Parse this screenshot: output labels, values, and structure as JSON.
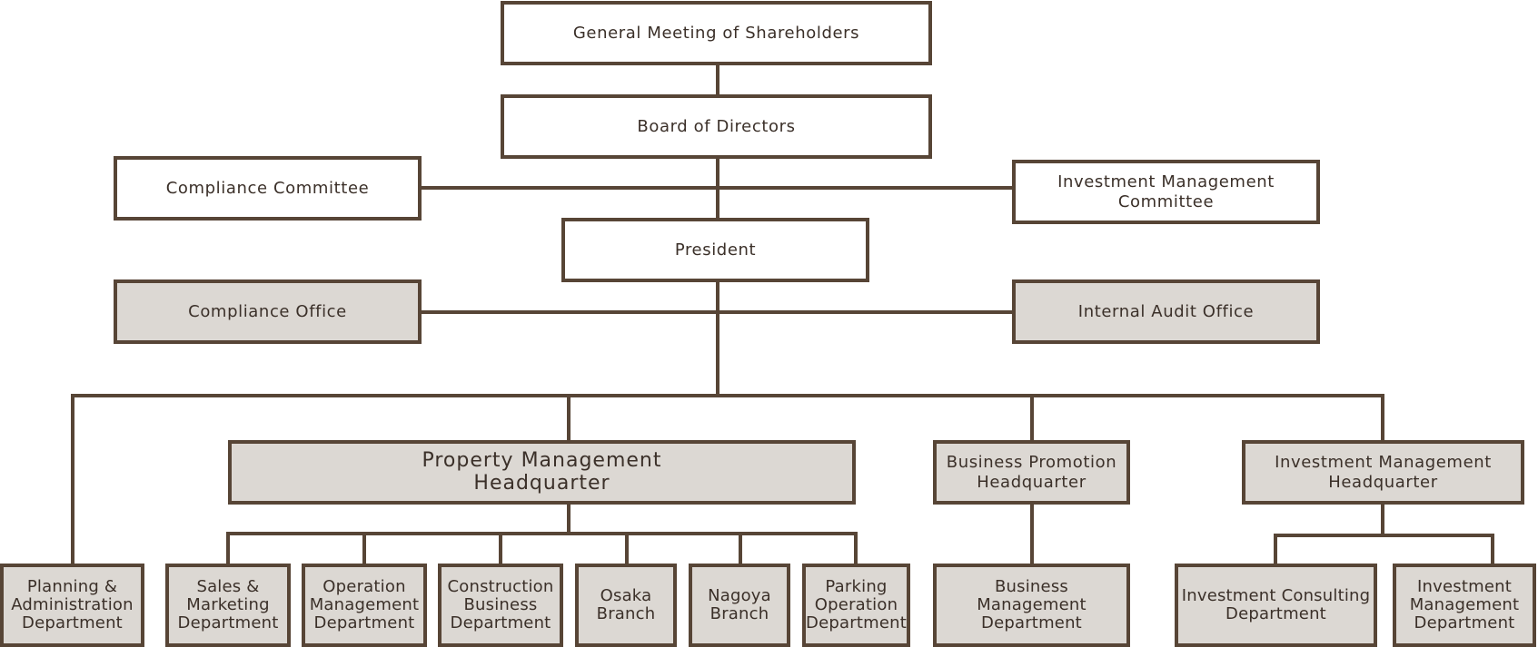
{
  "nodes": {
    "general_meeting": "General Meeting of Shareholders",
    "board_of_directors": "Board of Directors",
    "compliance_committee": "Compliance Committee",
    "investment_management_committee": "Investment Management\nCommittee",
    "president": "President",
    "compliance_office": "Compliance Office",
    "internal_audit_office": "Internal Audit Office",
    "property_management_hq": "Property Management\nHeadquarter",
    "business_promotion_hq": "Business Promotion\nHeadquarter",
    "investment_management_hq": "Investment Management\nHeadquarter",
    "planning_admin_dept": "Planning &\nAdministration\nDepartment",
    "sales_marketing_dept": "Sales &\nMarketing\nDepartment",
    "operation_management_dept": "Operation\nManagement\nDepartment",
    "construction_business_dept": "Construction\nBusiness\nDepartment",
    "osaka_branch": "Osaka\nBranch",
    "nagoya_branch": "Nagoya\nBranch",
    "parking_operation_dept": "Parking\nOperation\nDepartment",
    "business_management_dept": "Business\nManagement\nDepartment",
    "investment_consulting_dept": "Investment Consulting\nDepartment",
    "investment_management_dept": "Investment\nManagement\nDepartment"
  },
  "colors": {
    "line": "#574536",
    "shaded_fill": "#dcd8d3",
    "text": "#3b3029"
  }
}
